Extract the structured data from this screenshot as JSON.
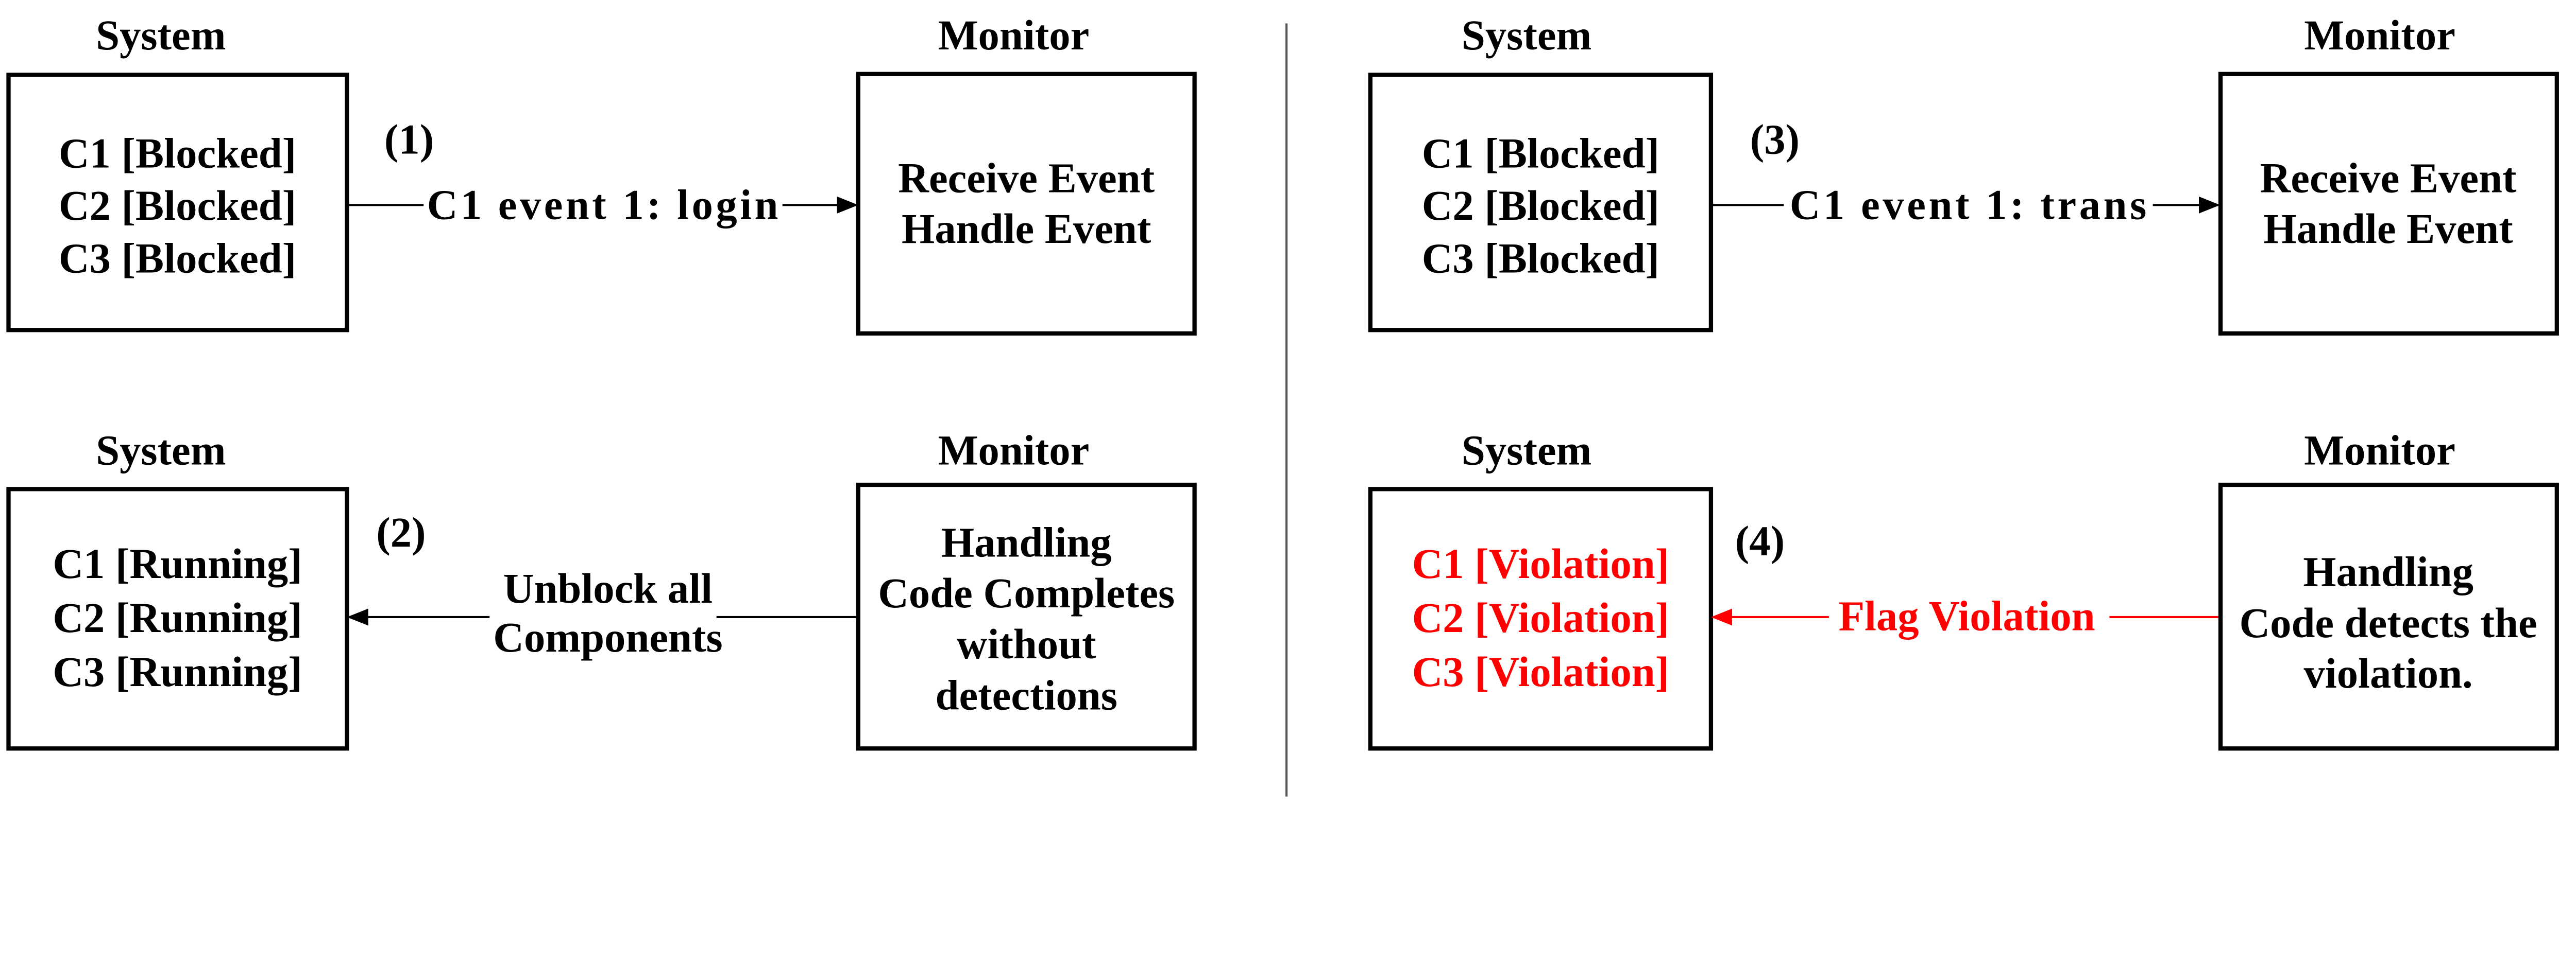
{
  "colors": {
    "violation": "#ff0000",
    "default": "#000000"
  },
  "left": {
    "top": {
      "system_title": "System",
      "monitor_title": "Monitor",
      "components": [
        "C1 [Blocked]",
        "C2 [Blocked]",
        "C3 [Blocked]"
      ],
      "step": "(1)",
      "event_label": "C1  event 1: login",
      "monitor_lines": [
        "Receive Event",
        "Handle Event"
      ]
    },
    "bottom": {
      "system_title": "System",
      "monitor_title": "Monitor",
      "components": [
        "C1 [Running]",
        "C2 [Running]",
        "C3 [Running]"
      ],
      "step": "(2)",
      "action_lines": [
        "Unblock all",
        "Components"
      ],
      "monitor_lines": [
        "Handling",
        "Code Completes",
        "without",
        "detections"
      ]
    }
  },
  "right": {
    "top": {
      "system_title": "System",
      "monitor_title": "Monitor",
      "components": [
        "C1 [Blocked]",
        "C2 [Blocked]",
        "C3 [Blocked]"
      ],
      "step": "(3)",
      "event_label": "C1  event 1: trans",
      "monitor_lines": [
        "Receive Event",
        "Handle Event"
      ]
    },
    "bottom": {
      "system_title": "System",
      "monitor_title": "Monitor",
      "components": [
        "C1 [Violation]",
        "C2 [Violation]",
        "C3 [Violation]"
      ],
      "step": "(4)",
      "action_label": "Flag Violation",
      "monitor_lines": [
        "Handling",
        "Code detects the",
        "violation."
      ]
    }
  }
}
